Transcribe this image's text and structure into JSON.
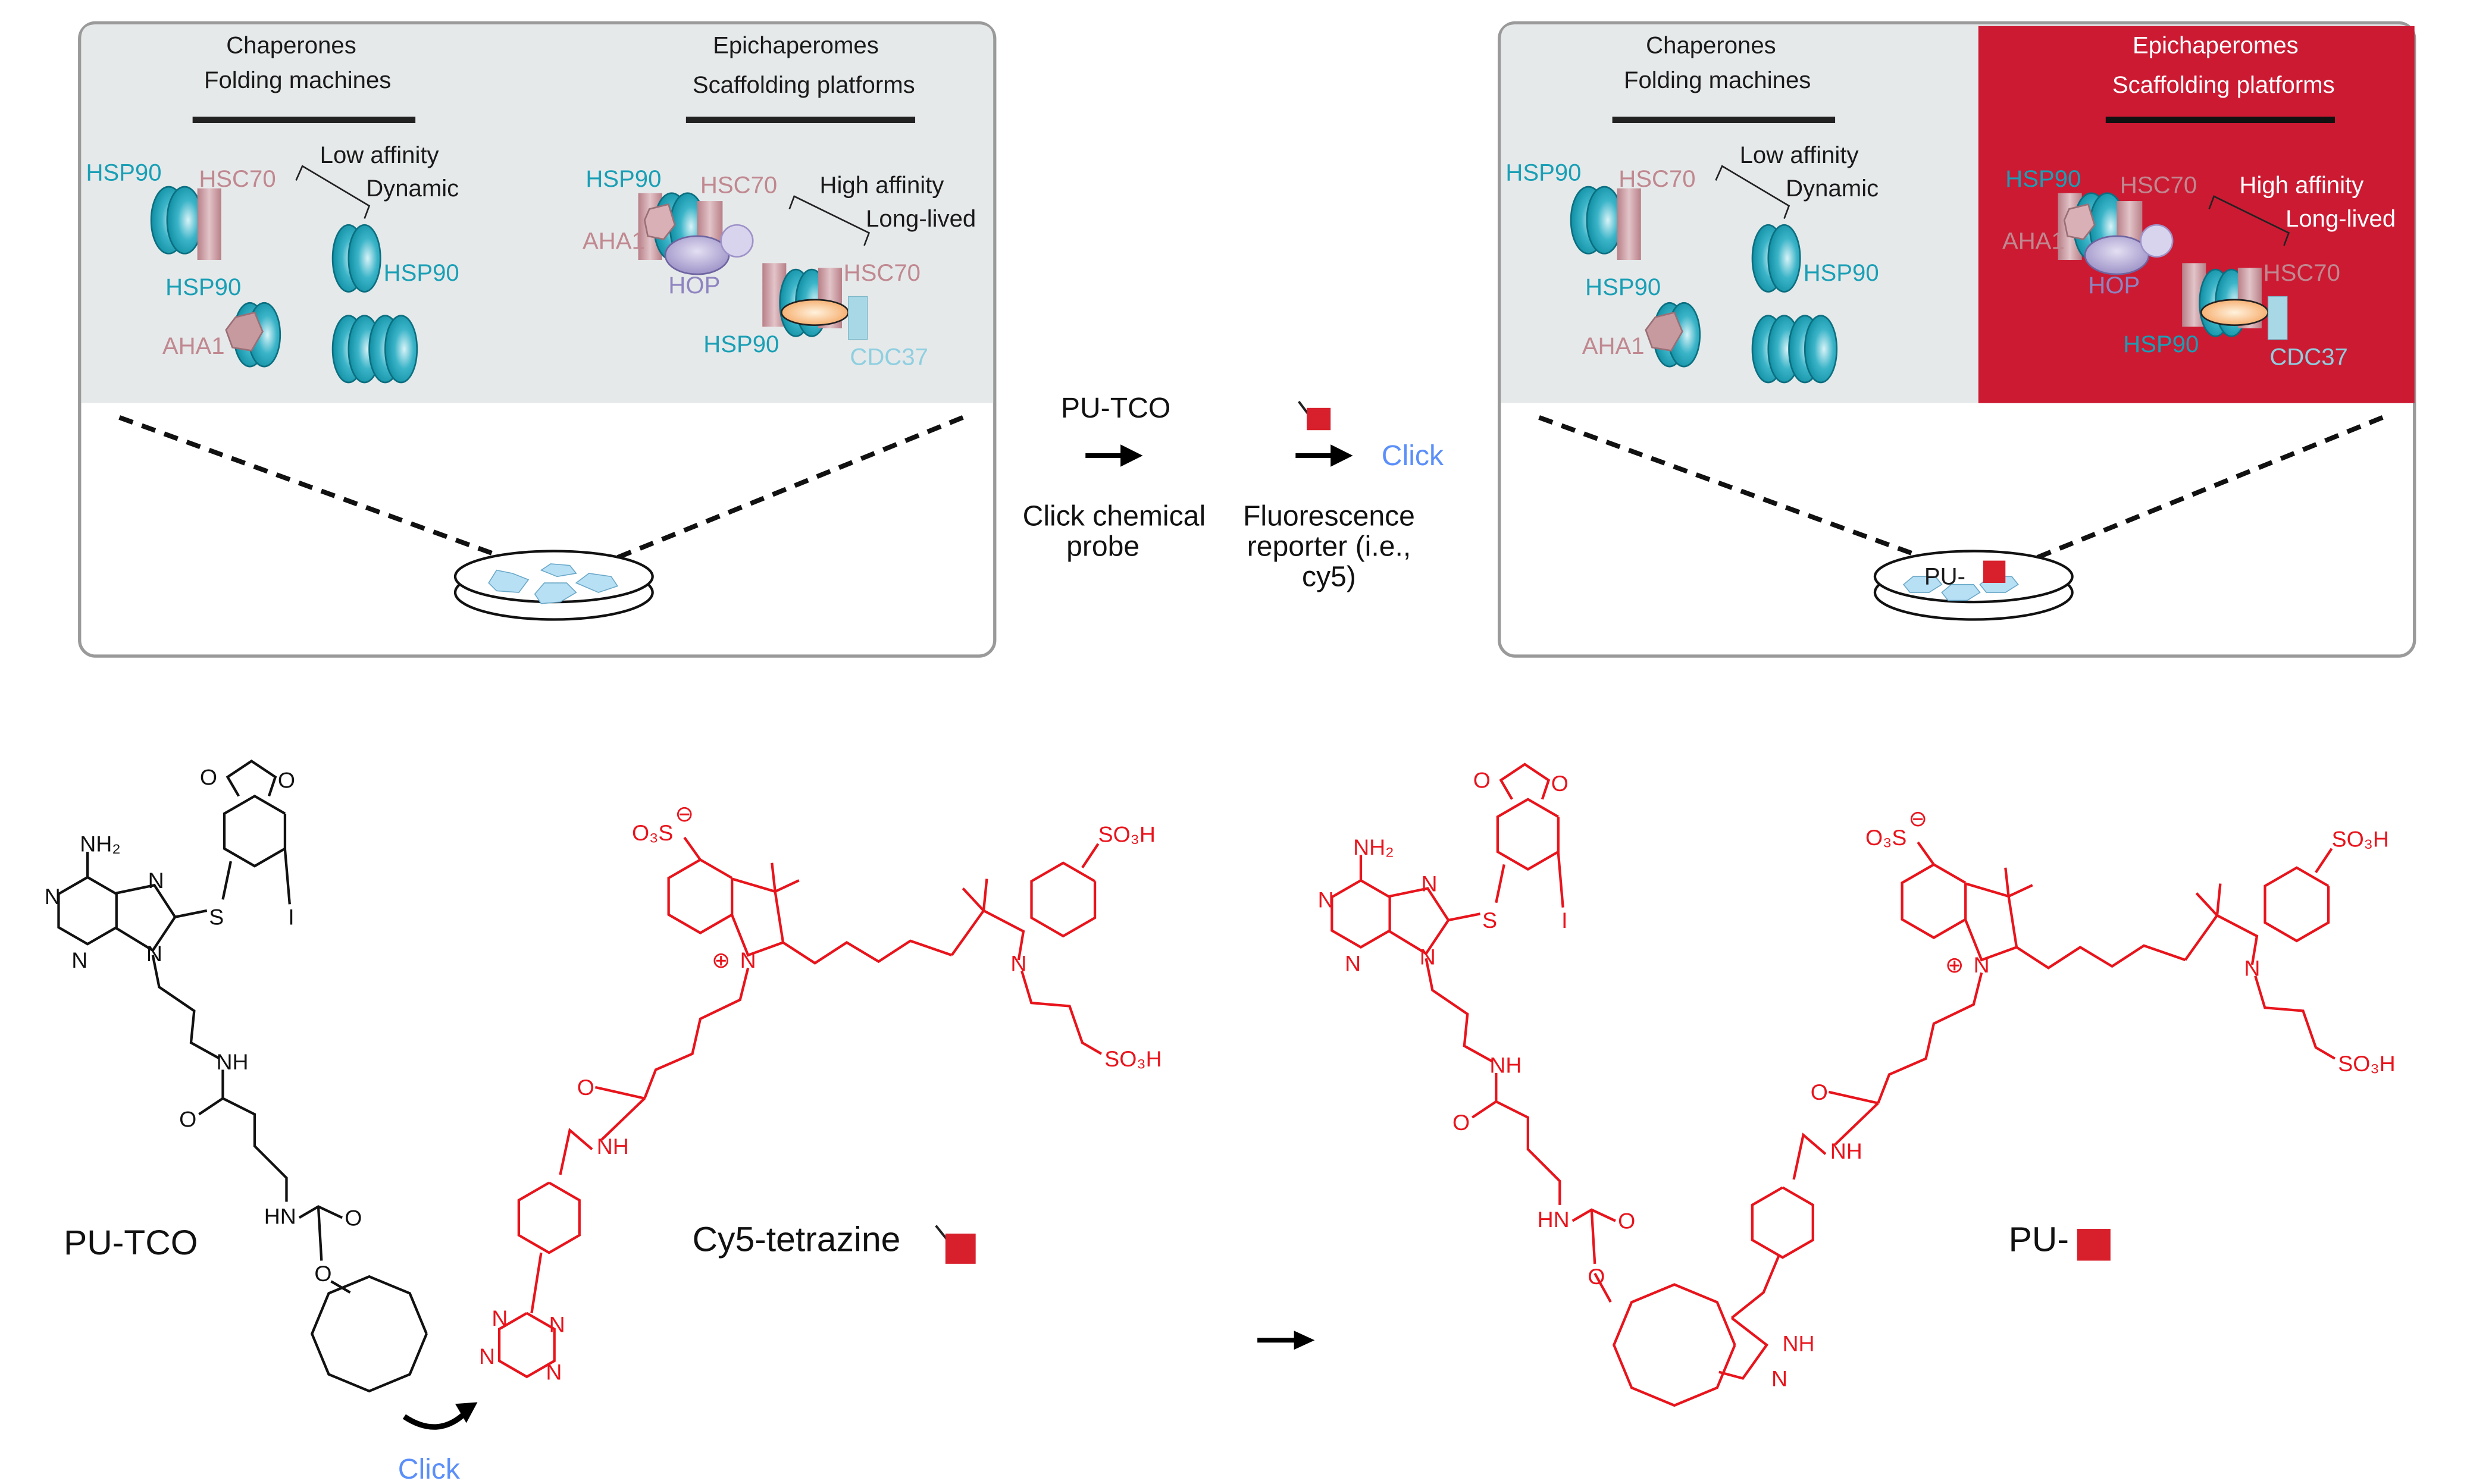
{
  "panel": {
    "chaperones_title": "Chaperones",
    "chaperones_subtitle": "Folding machines",
    "epichaperomes_title": "Epichaperomes",
    "epichaperomes_subtitle": "Scaffolding platforms",
    "low_affinity": "Low affinity",
    "dynamic": "Dynamic",
    "high_affinity": "High affinity",
    "long_lived": "Long-lived",
    "hsp90": "HSP90",
    "hsc70": "HSC70",
    "aha1": "AHA1",
    "hop": "HOP",
    "cdc37": "CDC37"
  },
  "right_panel": {
    "dish_label": "PU-"
  },
  "workflow": {
    "probe_name": "PU-TCO",
    "probe_caption_1": "Click chemical",
    "probe_caption_2": "probe",
    "click_label": "Click",
    "reporter_caption_1": "Fluorescence",
    "reporter_caption_2": "reporter (i.e.,",
    "reporter_caption_3": "cy5)"
  },
  "structures": {
    "pu_tco_label": "PU-TCO",
    "cy5_tetrazine_label": "Cy5-tetrazine",
    "product_label": "PU-",
    "click_label": "Click",
    "pu_tco_atoms": [
      "NH₂",
      "N",
      "N",
      "N",
      "N",
      "S",
      "I",
      "O",
      "O",
      "NH",
      "O",
      "HN",
      "O",
      "O"
    ],
    "cy5_atoms": [
      "O₃S",
      "N",
      "SO₃H",
      "N",
      "SO₃H",
      "O",
      "NH",
      "N",
      "N",
      "N",
      "N",
      "⊖",
      "⊕"
    ],
    "product_atoms": [
      "NH₂",
      "N",
      "N",
      "N",
      "N",
      "S",
      "I",
      "O",
      "O",
      "NH",
      "O",
      "HN",
      "O",
      "O",
      "O₃S",
      "N",
      "SO₃H",
      "N",
      "SO₃H",
      "O",
      "NH",
      "NH",
      "N",
      "⊖",
      "⊕"
    ]
  },
  "colors": {
    "hsp90": "#1a9fb5",
    "hsc70": "#c08890",
    "hop": "#9e93c8",
    "cdc37": "#8ecfe0",
    "epichaperome_highlight": "#cc1a33",
    "cy5_red": "#e8141c",
    "click_blue": "#5b8ff9",
    "panel_gray": "#e6e9ea"
  }
}
